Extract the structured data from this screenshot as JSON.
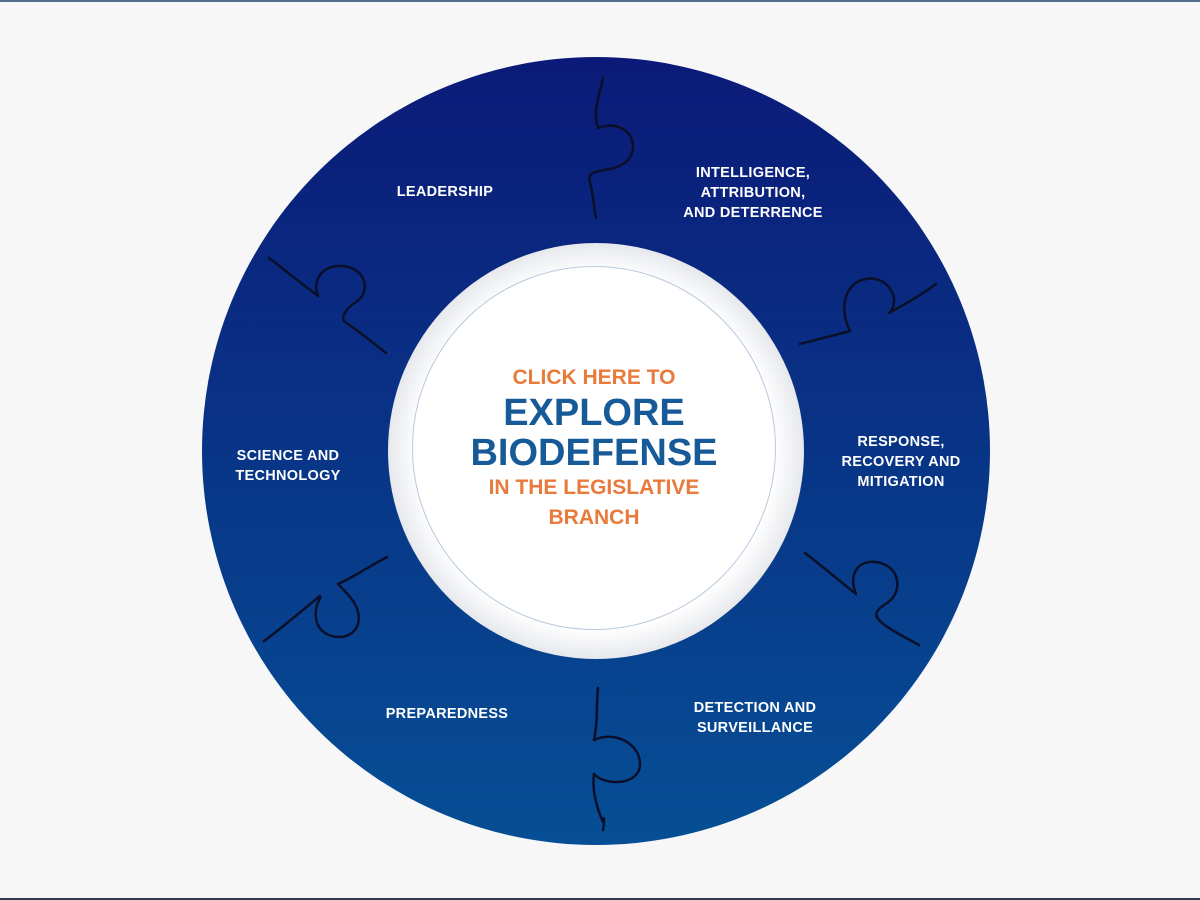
{
  "center": {
    "line1": "CLICK HERE TO",
    "line2": "EXPLORE",
    "line3": "BIODEFENSE",
    "line4": "IN THE LEGISLATIVE",
    "line5": "BRANCH"
  },
  "segments": [
    {
      "id": "leadership",
      "label": "LEADERSHIP"
    },
    {
      "id": "intelligence",
      "label": "INTELLIGENCE,\nATTRIBUTION,\nAND DETERRENCE"
    },
    {
      "id": "response",
      "label": "RESPONSE,\nRECOVERY  AND\nMITIGATION"
    },
    {
      "id": "detection",
      "label": "DETECTION AND\nSURVEILLANCE"
    },
    {
      "id": "preparedness",
      "label": "PREPAREDNESS"
    },
    {
      "id": "science",
      "label": "SCIENCE AND\nTECHNOLOGY"
    }
  ],
  "colors": {
    "ring_top": "#0b1a78",
    "ring_bottom": "#064f95",
    "accent_orange": "#e87a3b",
    "accent_blue": "#165a98"
  }
}
